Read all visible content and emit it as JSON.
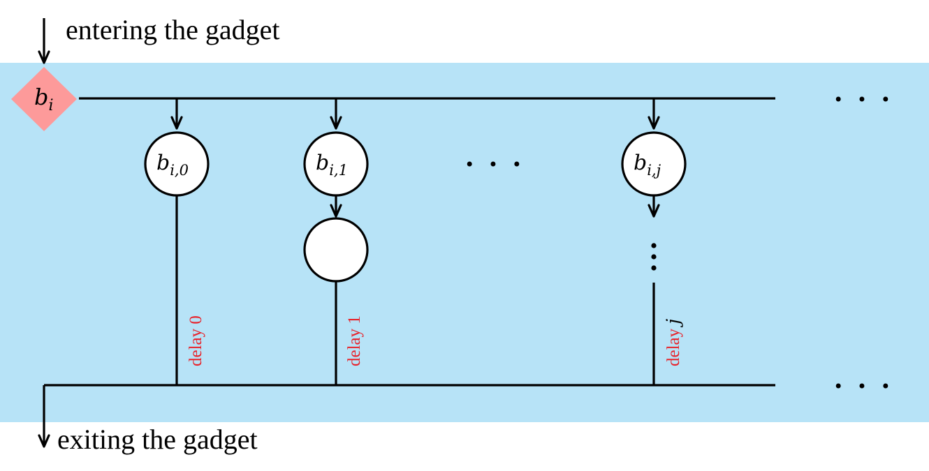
{
  "colors": {
    "gadget_background": "#b7e3f7",
    "entry_node": "#fd9a9a",
    "delay_text": "#e8232b",
    "line": "#000000"
  },
  "labels": {
    "entering": "entering the gadget",
    "exiting": "exiting the gadget"
  },
  "entry_node": {
    "base": "b",
    "sub": "i"
  },
  "branch_nodes": [
    {
      "base": "b",
      "sub": "i,0"
    },
    {
      "base": "b",
      "sub": "i,1"
    },
    {
      "base": "b",
      "sub": "i,j"
    }
  ],
  "delays": [
    {
      "text": "delay 0"
    },
    {
      "text": "delay 1"
    },
    {
      "text": "delay ",
      "var": "j"
    }
  ],
  "ellipsis": "• • •",
  "vertical_ellipsis": "⋮"
}
